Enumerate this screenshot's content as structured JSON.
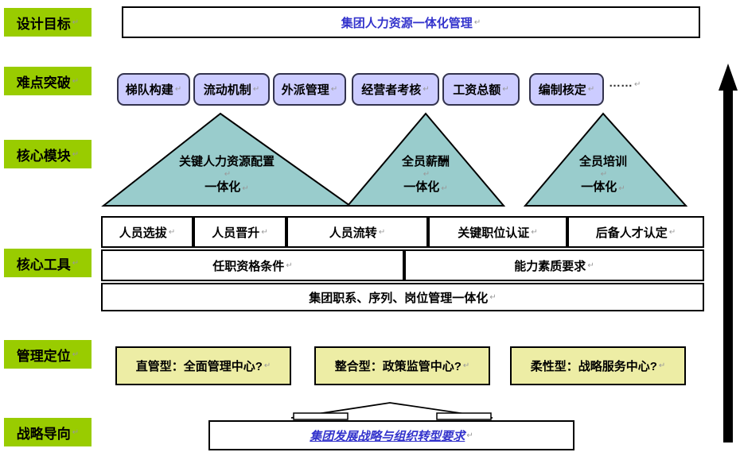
{
  "icons": {
    "paragraph_mark": "↵",
    "ellipsis": "……"
  },
  "colors": {
    "label_green": "#99CC00",
    "purple_fill": "#CCCCFF",
    "purple_border": "#33334D",
    "triangle_fill": "#99CCCC",
    "yellow_fill": "#EDEDA5",
    "blue_text": "#3333CC",
    "arrow_black": "#000000"
  },
  "rows": {
    "design_goal": {
      "label": "设计目标",
      "box": "集团人力资源一体化管理"
    },
    "difficulties": {
      "label": "难点突破",
      "items": [
        "梯队构建",
        "流动机制",
        "外派管理",
        "经营者考核",
        "工资总额",
        "编制核定"
      ]
    },
    "core_modules": {
      "label": "核心模块",
      "triangles": [
        {
          "line1": "关键人力资源配置",
          "line2": "一体化"
        },
        {
          "line1": "全员薪酬",
          "line2": "一体化"
        },
        {
          "line1": "全员培训",
          "line2": "一体化"
        }
      ]
    },
    "core_tools": {
      "label": "核心工具",
      "table": {
        "row1": [
          "人员选拔",
          "人员晋升",
          "人员流转",
          "关键职位认证",
          "后备人才认定"
        ],
        "row2": [
          "任职资格条件",
          "能力素质要求"
        ],
        "row3": "集团职系、序列、岗位管理一体化"
      }
    },
    "management_position": {
      "label": "管理定位",
      "options": [
        "直管型：全面管理中心?",
        "整合型：政策监管中心?",
        "柔性型：战略服务中心?"
      ]
    },
    "strategy": {
      "label": "战略导向",
      "box": "集团发展战略与组织转型要求"
    }
  }
}
